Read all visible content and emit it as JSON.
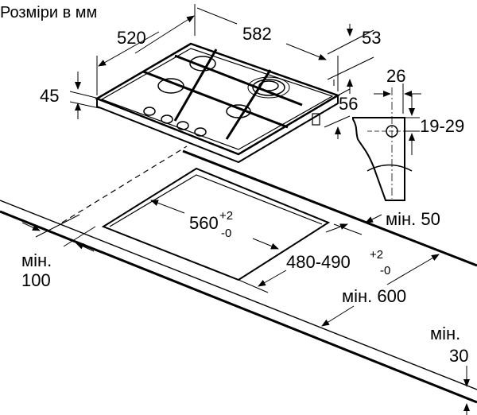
{
  "title": "Розміри в мм",
  "dimensions": {
    "hob_depth": "520",
    "hob_width": "582",
    "back_gap": "53",
    "hob_height": "45",
    "below_height": "56",
    "bracket_width": "26",
    "bracket_range": "19-29",
    "cutout_width": "560",
    "cutout_width_tol_plus": "+2",
    "cutout_width_tol_minus": "-0",
    "cutout_depth": "480-490",
    "cutout_depth_tol_plus": "+2",
    "cutout_depth_tol_minus": "-0",
    "min_back_label": "мін. 50",
    "min_depth_label": "мін. 600",
    "min_side_prefix": "мін.",
    "min_side_value": "100",
    "min_thickness_prefix": "мін.",
    "min_thickness_value": "30"
  },
  "colors": {
    "line": "#000000",
    "burner": "#cccccc"
  }
}
